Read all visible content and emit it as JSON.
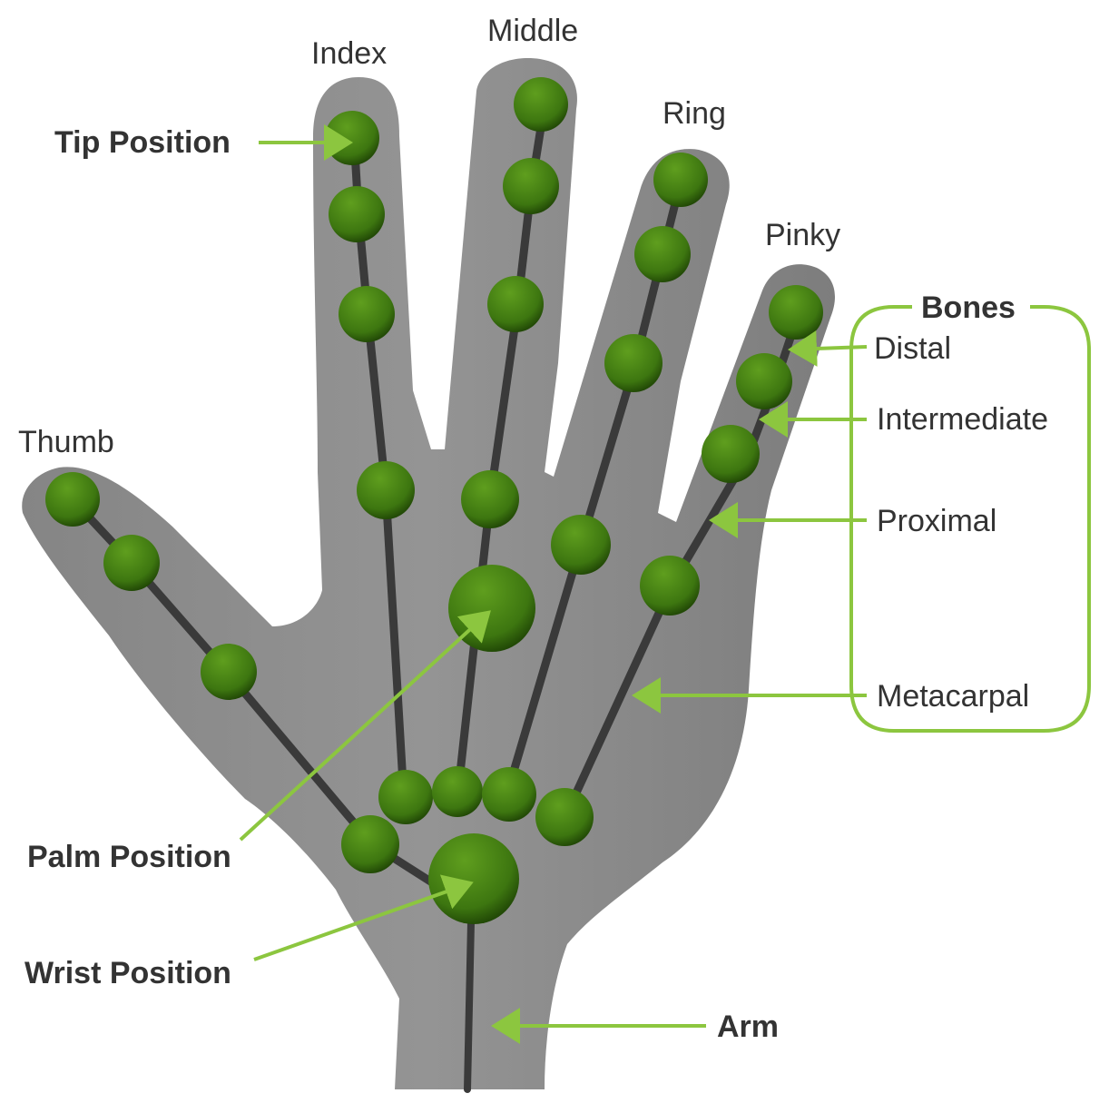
{
  "colors": {
    "hand_fill": "#8c8c8c",
    "bone_line": "#3a3a3a",
    "joint": "#4c8a14",
    "joint_dark": "#1f4a05",
    "arrow": "#8cc63f",
    "text": "#333333",
    "background": "#ffffff"
  },
  "fingers": {
    "thumb": "Thumb",
    "index": "Index",
    "middle": "Middle",
    "ring": "Ring",
    "pinky": "Pinky"
  },
  "positions": {
    "tip": "Tip Position",
    "palm": "Palm Position",
    "wrist": "Wrist Position",
    "arm": "Arm"
  },
  "bones": {
    "title": "Bones",
    "items": [
      "Distal",
      "Intermediate",
      "Proximal",
      "Metacarpal"
    ]
  }
}
